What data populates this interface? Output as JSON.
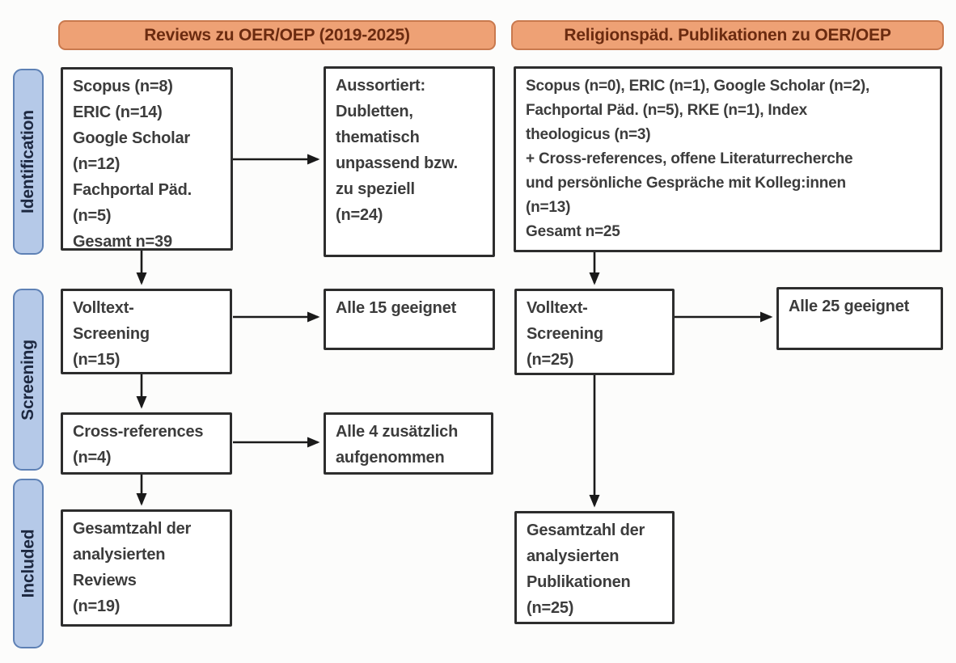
{
  "column_headers": {
    "left": "Reviews zu OER/OEP (2019-2025)",
    "right": "Religionspäd. Publikationen zu OER/OEP"
  },
  "stage_labels": {
    "identification": "Identification",
    "screening": "Screening",
    "included": "Included"
  },
  "boxes": {
    "left_sources": "Scopus (n=8)\nERIC (n=14)\nGoogle Scholar\n(n=12)\nFachportal Päd.\n(n=5)\nGesamt n=39",
    "left_excluded": "Aussortiert:\nDubletten,\nthematisch\nunpassend bzw.\nzu speziell\n(n=24)",
    "left_fulltext": "Volltext-\nScreening\n(n=15)",
    "left_fulltext_result": "Alle 15 geeignet",
    "left_crossref": "Cross-references\n(n=4)",
    "left_crossref_result": "Alle 4 zusätzlich\naufgenommen",
    "left_included": "Gesamtzahl der\nanalysierten\nReviews\n(n=19)",
    "right_sources": "Scopus (n=0), ERIC (n=1), Google Scholar (n=2),\nFachportal Päd. (n=5), RKE (n=1), Index\ntheologicus (n=3)\n+ Cross-references, offene Literaturrecherche\nund persönliche Gespräche mit Kolleg:innen\n(n=13)\nGesamt n=25",
    "right_fulltext": "Volltext-\nScreening\n(n=25)",
    "right_fulltext_result": "Alle 25 geeignet",
    "right_included": "Gesamtzahl der\nanalysierten\nPublikationen\n(n=25)"
  },
  "colors": {
    "header_fill": "#EEA175",
    "header_border": "#C9794E",
    "header_text": "#6B2B10",
    "stage_fill": "#B5C9E8",
    "stage_border": "#5E81B5",
    "stage_text": "#1D2840",
    "box_border": "#2D2D2D",
    "box_text": "#3C3C3C",
    "arrow": "#1A1A1A",
    "background": "#FCFCFB"
  }
}
